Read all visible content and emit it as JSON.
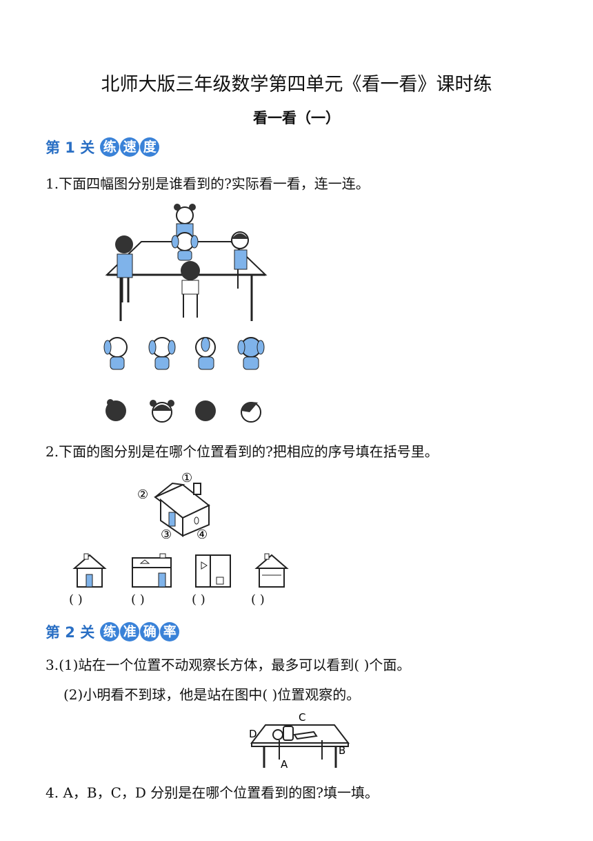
{
  "title": "北师大版三年级数学第四单元《看一看》课时练",
  "subtitle": "看一看（一）",
  "section1": {
    "label": "第 1 关",
    "badge": [
      "练",
      "速",
      "度"
    ]
  },
  "section2": {
    "label": "第 2 关",
    "badge": [
      "练",
      "准",
      "确",
      "率"
    ]
  },
  "q1": "1.下面四幅图分别是谁看到的?实际看一看，连一连。",
  "q2": "2.下面的图分别是在哪个位置看到的?把相应的序号填在括号里。",
  "house_labels": [
    "①",
    "②",
    "③",
    "④"
  ],
  "blanks": [
    "(      )",
    "(      )",
    "(      )",
    "(      )"
  ],
  "q3_1": "3.(1)站在一个位置不动观察长方体，最多可以看到(      )个面。",
  "q3_2": "(2)小明看不到球，他是站在图中(         )位置观察的。",
  "table_labels": [
    "C",
    "D",
    "B",
    "A"
  ],
  "q4": "4.  A，B，C，D 分别是在哪个位置看到的图?填一填。",
  "colors": {
    "accent": "#3a82d8",
    "toy": "#7fb3ea"
  }
}
